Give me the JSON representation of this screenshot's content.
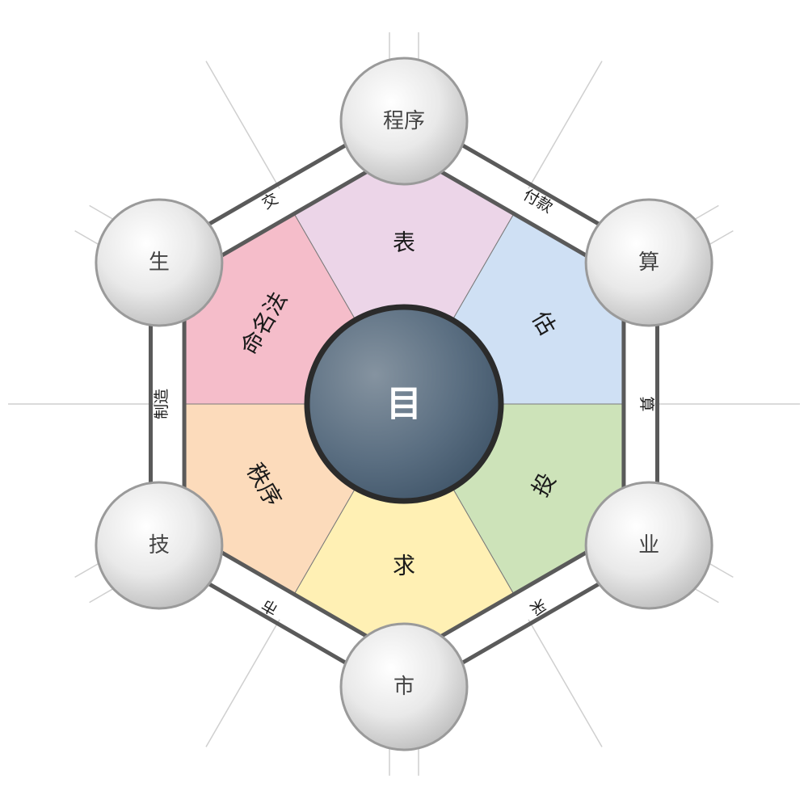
{
  "center": {
    "label": "目"
  },
  "segments": [
    {
      "label": "表",
      "color": "#ecd5e8"
    },
    {
      "label": "估",
      "color": "#cfe0f4"
    },
    {
      "label": "投",
      "color": "#cde3b9"
    },
    {
      "label": "求",
      "color": "#fff0b4"
    },
    {
      "label": "秩序",
      "color": "#fcdbbb"
    },
    {
      "label": "命名法",
      "color": "#f5bdca"
    }
  ],
  "nodes": [
    {
      "label": "程序"
    },
    {
      "label": "算"
    },
    {
      "label": "业"
    },
    {
      "label": "市"
    },
    {
      "label": "技"
    },
    {
      "label": "生"
    }
  ],
  "edges": [
    {
      "label": "付款"
    },
    {
      "label": "算"
    },
    {
      "label": "采"
    },
    {
      "label": "市"
    },
    {
      "label": "制造"
    },
    {
      "label": "交"
    }
  ],
  "colors": {
    "hex_border": "#5a5a5a",
    "center_fill": "#4f6478",
    "center_border": "#2b2b2b",
    "node_fill": "#e4e4e4",
    "node_border": "#9a9a9a",
    "spoke": "#cfcfcf"
  }
}
